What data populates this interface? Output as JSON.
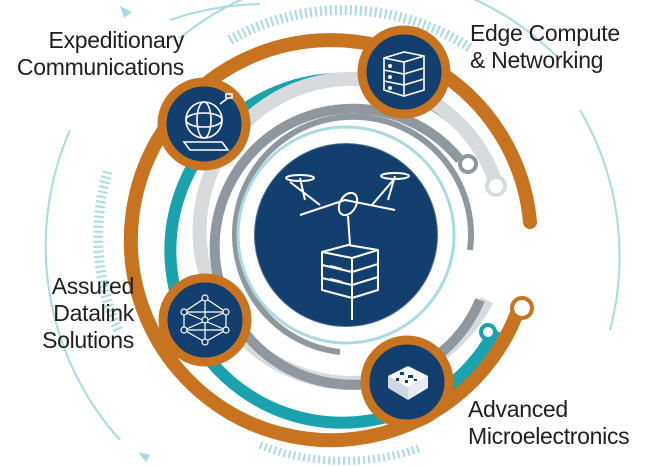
{
  "colors": {
    "orange": "#c8731f",
    "teal": "#1aa3ad",
    "gray": "#8e989e",
    "lightgray": "#d7dbdd",
    "navy": "#123f6e",
    "navy_light": "#2a5f93",
    "pale_teal": "#a9dbe0"
  },
  "labels": {
    "expeditionary": {
      "line1": "Expeditionary",
      "line2": "Communications"
    },
    "edge": {
      "line1": "Edge Compute",
      "line2": "& Networking"
    },
    "datalink": {
      "line1": "Assured",
      "line2": "Datalink",
      "line3": "Solutions"
    },
    "micro": {
      "line1": "Advanced",
      "line2": "Microelectronics"
    }
  },
  "icons": {
    "center": "drone-server-icon",
    "expeditionary": "satellite-globe-icon",
    "edge": "server-rack-icon",
    "datalink": "network-mesh-icon",
    "micro": "microchip-icon"
  }
}
